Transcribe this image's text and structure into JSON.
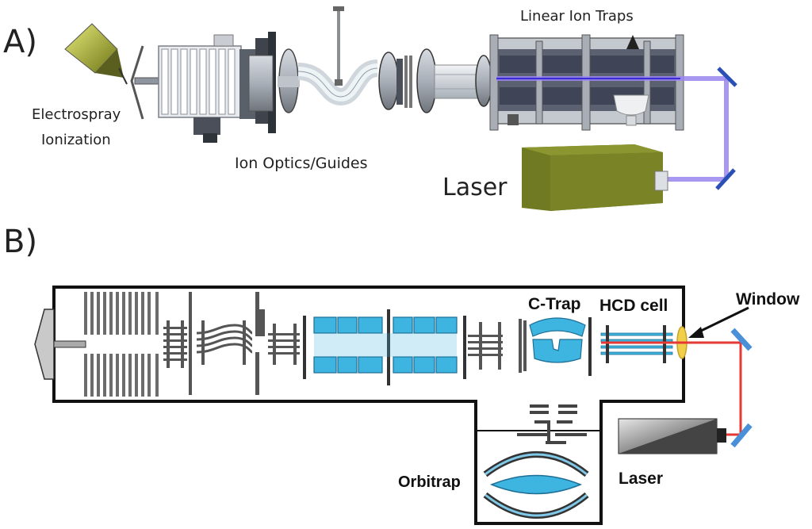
{
  "panel_a": {
    "letter": "A)",
    "electrospray_line1": "Electrospray",
    "electrospray_line2": "Ionization",
    "ion_optics": "Ion Optics/Guides",
    "linear_ion_traps": "Linear Ion Traps",
    "laser": "Laser",
    "colors": {
      "laser_box": "#7a8426",
      "beam": "#9a86f0",
      "mirror": "#2a4fb5",
      "metal": "#9aa1ac",
      "dark_metal": "#4a4f5a"
    }
  },
  "panel_b": {
    "letter": "B)",
    "c_trap": "C-Trap",
    "hcd_cell": "HCD cell",
    "window": "Window",
    "orbitrap": "Orbitrap",
    "laser": "Laser",
    "colors": {
      "beam": "#e53935",
      "mirror": "#4a90d9",
      "ion_optics_fill": "#3eb4e0",
      "outline": "#111111",
      "window_lens": "#f0cf4a"
    }
  }
}
